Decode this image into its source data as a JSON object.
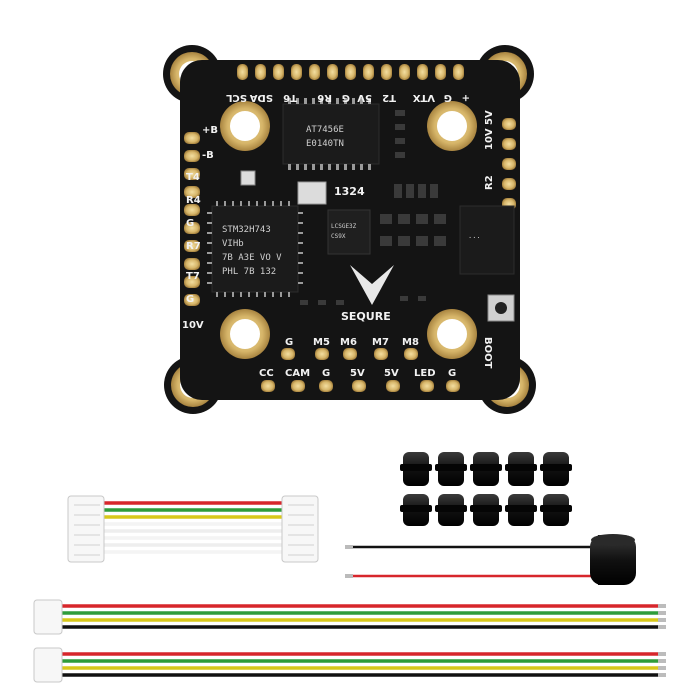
{
  "board": {
    "main_chip": {
      "line1": "STM32H743",
      "line2": "VIHb",
      "line3": "7B A3E VO V",
      "line4": "PHL 7B 132"
    },
    "osd_chip": {
      "line1": "AT7456E",
      "line2": "E0140TN"
    },
    "gyro_chip": {
      "line1": "LCSGE3Z",
      "line2": "CS9X"
    },
    "brand_logo": "SEQURE",
    "code_1324": "1324",
    "pad_labels_top": [
      "SCL",
      "SDA",
      "T6",
      "R6",
      "G",
      "5V",
      "T2",
      "VTX",
      "G",
      "+"
    ],
    "pad_labels_left": [
      "+B",
      "-B",
      "T4",
      "R4",
      "G",
      "R7",
      "T7",
      "G",
      "10V"
    ],
    "pad_labels_bottom_row1": [
      "G",
      "M5",
      "M6",
      "M7",
      "M8"
    ],
    "pad_labels_bottom_row2": [
      "CC",
      "CAM",
      "G",
      "5V",
      "5V",
      "LED",
      "G"
    ],
    "pad_labels_right": [
      "10V",
      "5V",
      "R2"
    ],
    "boot_label": "BOOT"
  },
  "accessories": {
    "grommets_count": 10,
    "colors": {
      "red": "#d7262b",
      "yellow": "#d8c81a",
      "green": "#2f9c3a",
      "black": "#111111",
      "pcb": "#141414",
      "gold": "#d9b86a"
    }
  }
}
